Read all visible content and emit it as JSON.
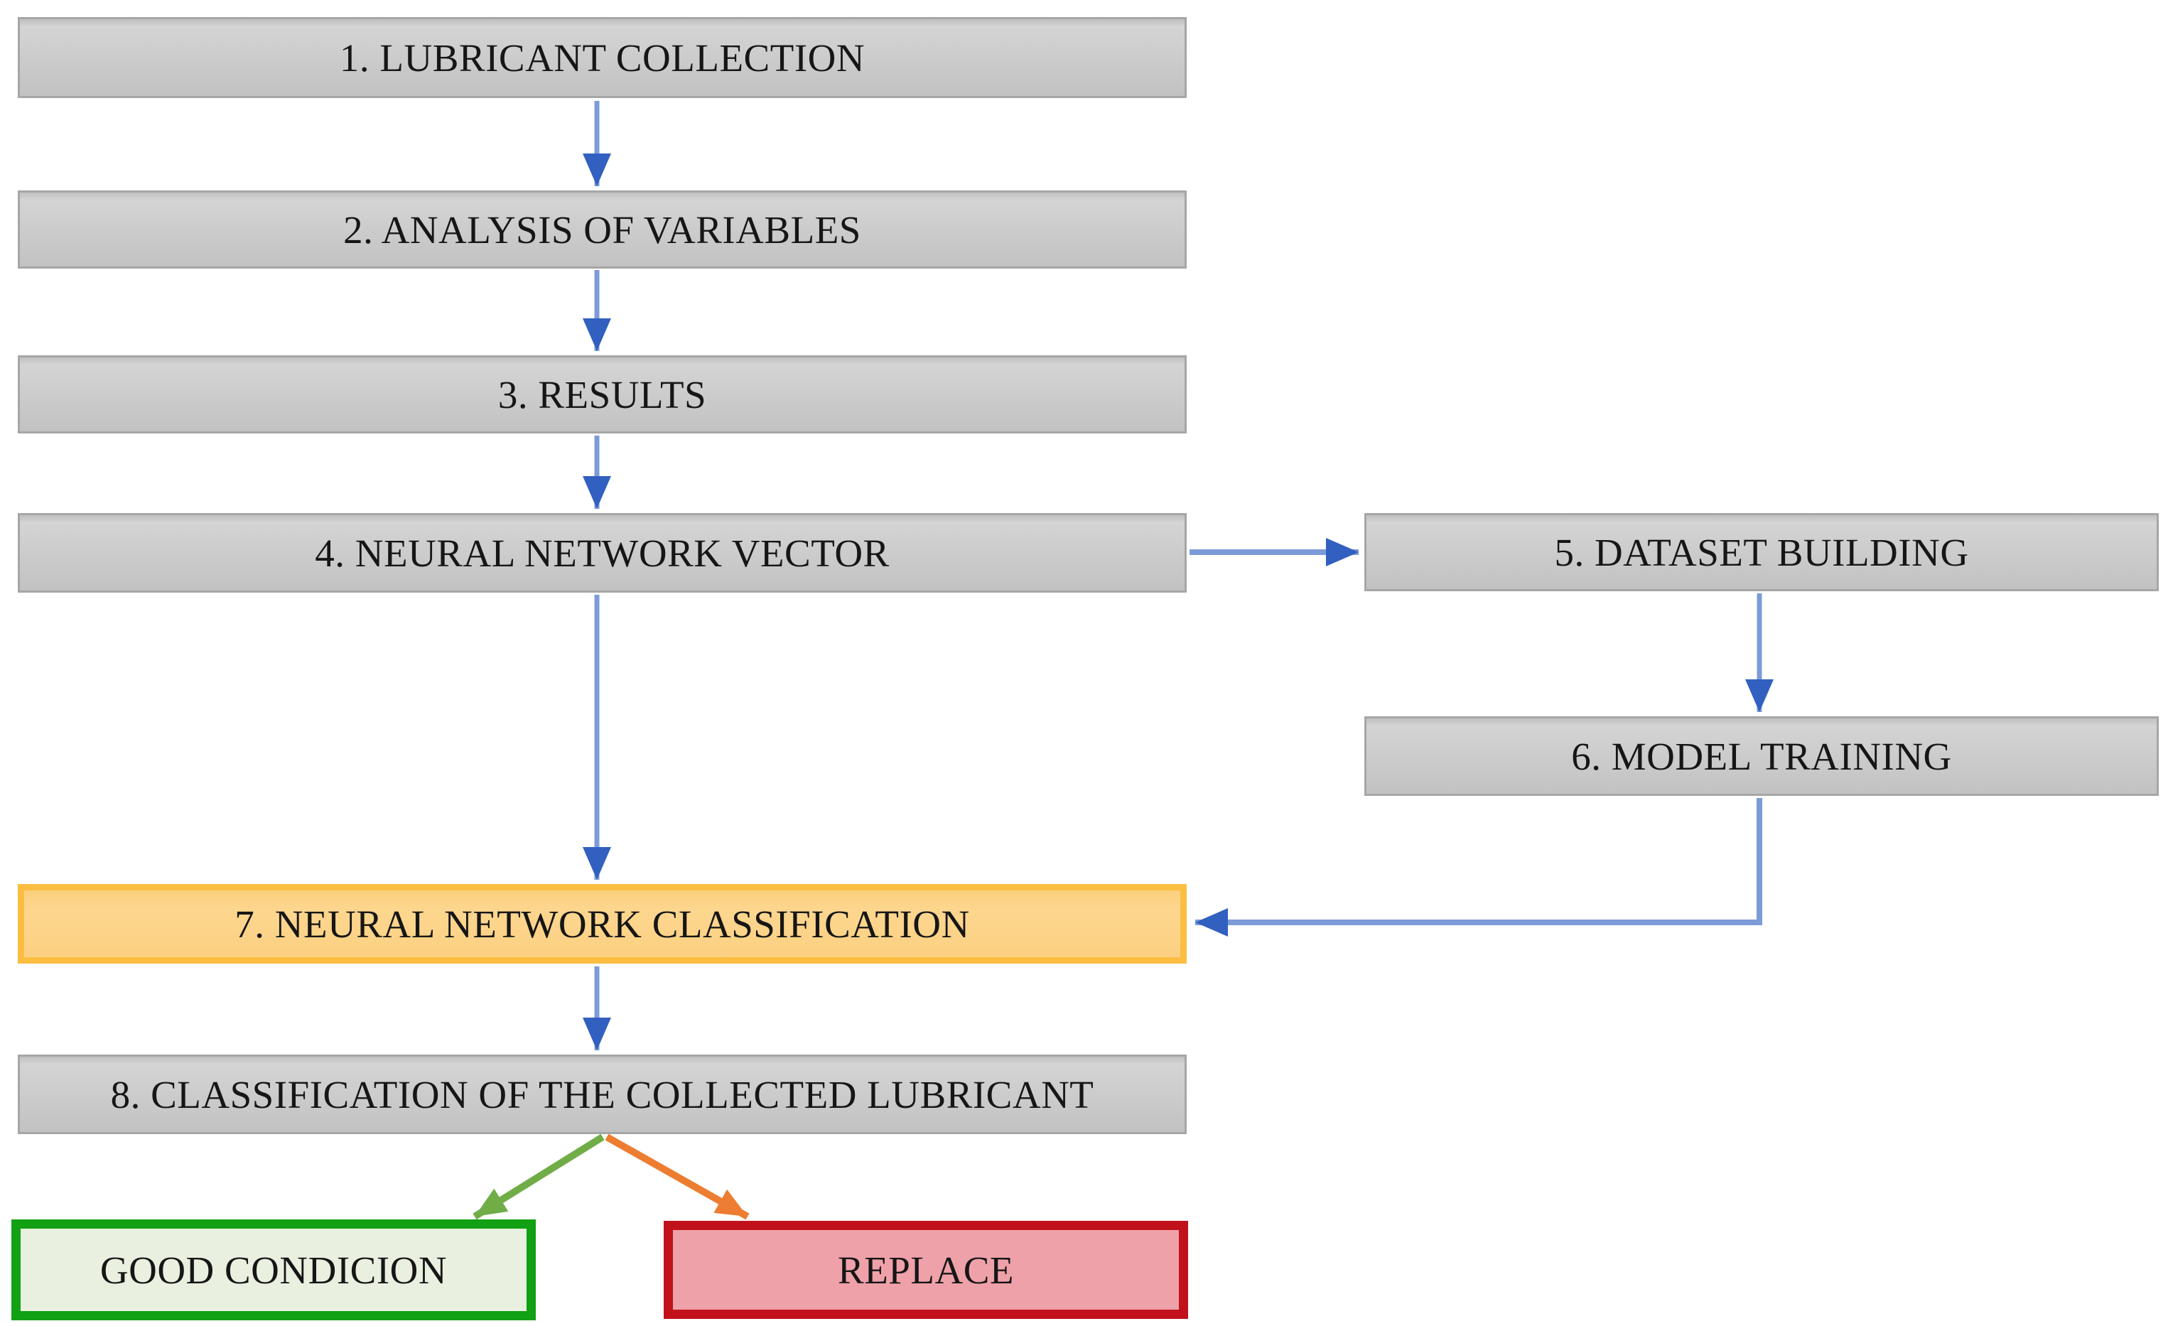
{
  "flowchart": {
    "steps": [
      {
        "label": "1. LUBRICANT COLLECTION",
        "highlight": false
      },
      {
        "label": "2. ANALYSIS OF VARIABLES",
        "highlight": false
      },
      {
        "label": "3. RESULTS",
        "highlight": false
      },
      {
        "label": "4. NEURAL NETWORK VECTOR",
        "highlight": false
      },
      {
        "label": "5. DATASET BUILDING",
        "highlight": false
      },
      {
        "label": "6. MODEL TRAINING",
        "highlight": false
      },
      {
        "label": "7. NEURAL NETWORK CLASSIFICATION",
        "highlight": true
      },
      {
        "label": "8. CLASSIFICATION OF THE COLLECTED LUBRICANT",
        "highlight": false
      }
    ],
    "outcomes": [
      {
        "label": "GOOD CONDICION",
        "status": "good"
      },
      {
        "label": "REPLACE",
        "status": "replace"
      }
    ],
    "edges": [
      {
        "from": "1. LUBRICANT COLLECTION",
        "to": "2. ANALYSIS OF VARIABLES",
        "color": "blue"
      },
      {
        "from": "2. ANALYSIS OF VARIABLES",
        "to": "3. RESULTS",
        "color": "blue"
      },
      {
        "from": "3. RESULTS",
        "to": "4. NEURAL NETWORK VECTOR",
        "color": "blue"
      },
      {
        "from": "4. NEURAL NETWORK VECTOR",
        "to": "5. DATASET BUILDING",
        "color": "blue"
      },
      {
        "from": "4. NEURAL NETWORK VECTOR",
        "to": "7. NEURAL NETWORK CLASSIFICATION",
        "color": "blue"
      },
      {
        "from": "5. DATASET BUILDING",
        "to": "6. MODEL TRAINING",
        "color": "blue"
      },
      {
        "from": "6. MODEL TRAINING",
        "to": "7. NEURAL NETWORK CLASSIFICATION",
        "color": "blue"
      },
      {
        "from": "7. NEURAL NETWORK CLASSIFICATION",
        "to": "8. CLASSIFICATION OF THE COLLECTED LUBRICANT",
        "color": "blue"
      },
      {
        "from": "8. CLASSIFICATION OF THE COLLECTED LUBRICANT",
        "to": "GOOD CONDICION",
        "color": "green"
      },
      {
        "from": "8. CLASSIFICATION OF THE COLLECTED LUBRICANT",
        "to": "REPLACE",
        "color": "orange"
      }
    ],
    "colors": {
      "step_fill": "#cbcbcb",
      "step_border": "#a6a6a6",
      "highlight_fill": "#fcd184",
      "highlight_border": "#fbbe41",
      "good_fill": "#e9f0e0",
      "good_border": "#12a014",
      "replace_fill": "#efa1a9",
      "replace_border": "#c1121c",
      "arrow_line_blue": "#7c9bd8",
      "arrow_head_blue": "#3160c0",
      "arrow_green": "#70ad47",
      "arrow_orange": "#ed7d31",
      "text": "#161616",
      "background": "#ffffff"
    }
  }
}
